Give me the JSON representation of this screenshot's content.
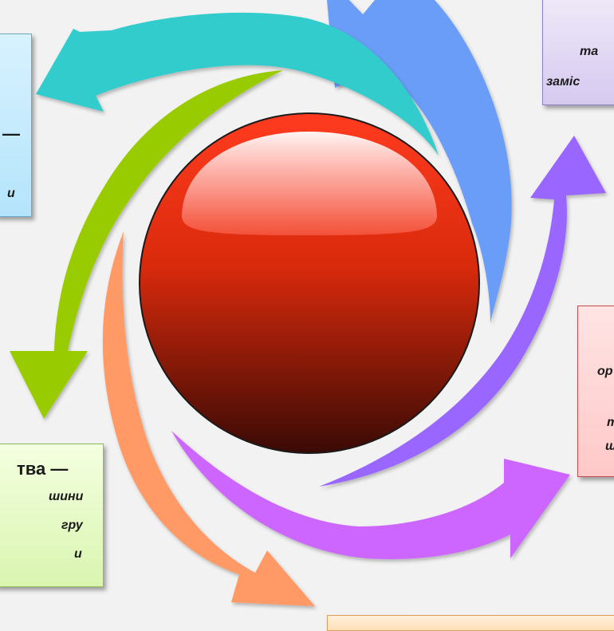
{
  "diagram": {
    "colors": {
      "background": "#f2f2f2",
      "sphere_top": "#ff3b1f",
      "sphere_bottom": "#3a0a05",
      "arrow_blue": "#6a9df7",
      "arrow_teal": "#33cccc",
      "arrow_green": "#99cc00",
      "arrow_salmon": "#ff9966",
      "arrow_violet": "#9966ff",
      "arrow_magenta": "#cc66ff"
    },
    "boxes": {
      "top_right": {
        "line1": "та",
        "line2": "заміс"
      },
      "left": {
        "line1": "—",
        "line2": "и"
      },
      "right": {
        "line1": "ор",
        "line2": "т",
        "line3": "щ"
      },
      "bottom_left": {
        "title": "тва —",
        "line1": "шини",
        "line2": "гру",
        "line3": "и"
      }
    }
  }
}
